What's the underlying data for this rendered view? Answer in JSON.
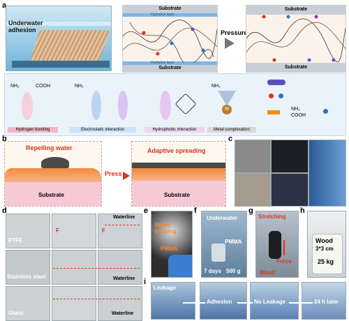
{
  "panels": {
    "a": "a",
    "b": "b",
    "c": "c",
    "d": "d",
    "e": "e",
    "f": "f",
    "g": "g",
    "h": "h",
    "i": "i"
  },
  "panel_a": {
    "underwater_adhesion": "Underwater adhesion",
    "substrate": "Substrate",
    "hydration_layer": "Hydration layer",
    "pressure": "Pressure",
    "interactions": [
      {
        "label": "Hydrogen bonding",
        "color": "#f4b6c6"
      },
      {
        "label": "Electrostatic interaction",
        "color": "#cfe3f6"
      },
      {
        "label": "Hydrophobic interaction",
        "color": "#efd5f2"
      },
      {
        "label": "Metal complexation",
        "color": "#d9d9d9"
      }
    ],
    "chem_nh2": "NH₂",
    "chem_cooh": "COOH",
    "chem_m": "M",
    "legend_nh2": "NH₂",
    "legend_cooh": "COOH"
  },
  "panel_b": {
    "repelling_water": "Repelling water",
    "adaptive_spreading": "Adaptive spreading",
    "press": "Press",
    "substrate": "Substrate",
    "accent": "#e0301e"
  },
  "panel_d": {
    "rows": [
      "PTFE",
      "Stainless steel",
      "Glass"
    ],
    "force": "F",
    "waterline": "Waterline"
  },
  "panel_e": {
    "water_blasting": "Water blasting",
    "pmma": "PMMA"
  },
  "panel_f": {
    "underwater": "Underwater",
    "pmma": "PMMA",
    "days": "7 days",
    "mass": "500 g"
  },
  "panel_g": {
    "stretching": "Stretching",
    "force": "Force",
    "wood": "Wood"
  },
  "panel_h": {
    "wood": "Wood",
    "size": "3*3 cm",
    "mass": "25 kg"
  },
  "panel_i": {
    "steps": [
      "Leakage",
      "Adhesion",
      "No Leakage",
      "24 h later"
    ]
  }
}
